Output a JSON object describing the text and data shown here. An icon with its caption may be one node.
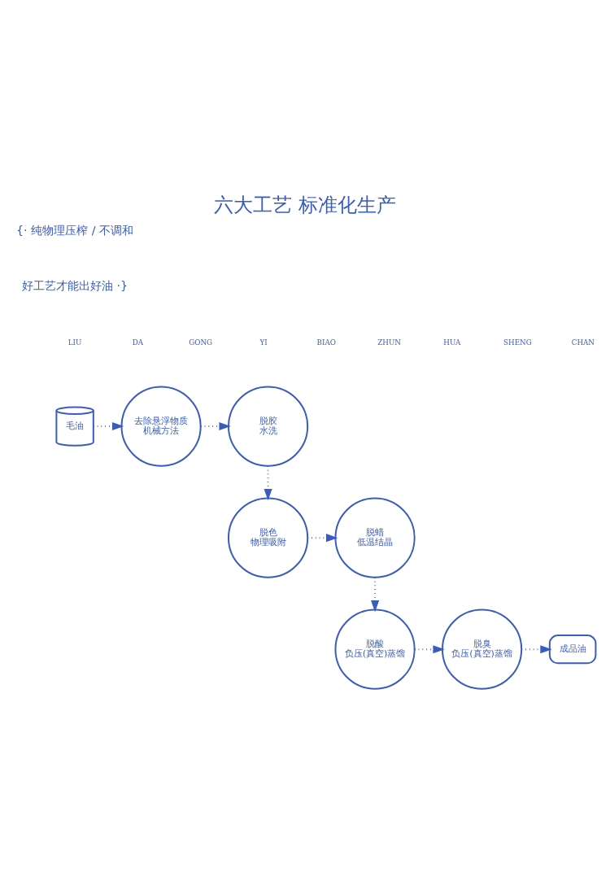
{
  "diagram": {
    "title": "六大工艺 标准化生产",
    "nodes": [
      {
        "text": [
          "毛油"
        ]
      },
      {
        "text": [
          "去除悬浮物质",
          "机械方法"
        ]
      },
      {
        "text": [
          "脱胶",
          "水洗"
        ]
      },
      {
        "text": [
          "脱色",
          "物理吸附"
        ]
      },
      {
        "text": [
          "脱蜡",
          "低温结晶"
        ]
      },
      {
        "text": [
          "脱酸",
          "负压(真空)蒸馏"
        ]
      },
      {
        "text": [
          "脱臭",
          "负压(真空)蒸馏"
        ]
      },
      {
        "text": [
          "成品油"
        ]
      }
    ],
    "edges": [
      {
        "from": 0,
        "to": 1,
        "arrow": "to"
      },
      {
        "from": 1,
        "to": 2,
        "arrow": "to"
      },
      {
        "from": 2,
        "to": 3,
        "arrow": "to"
      },
      {
        "from": 3,
        "to": 4,
        "arrow": "to"
      },
      {
        "from": 4,
        "to": 5,
        "arrow": "to"
      },
      {
        "from": 5,
        "to": 6,
        "arrow": "to"
      },
      {
        "from": 6,
        "to": 7,
        "arrow": "to"
      }
    ],
    "labels": [
      "{· 纯物理压榨 / 不调和",
      "好工艺才能出好油 ·}",
      "LIU",
      "DA",
      "GONG",
      "YI",
      "BIAO",
      "ZHUN",
      "HUA",
      "SHENG",
      "CHAN"
    ]
  }
}
